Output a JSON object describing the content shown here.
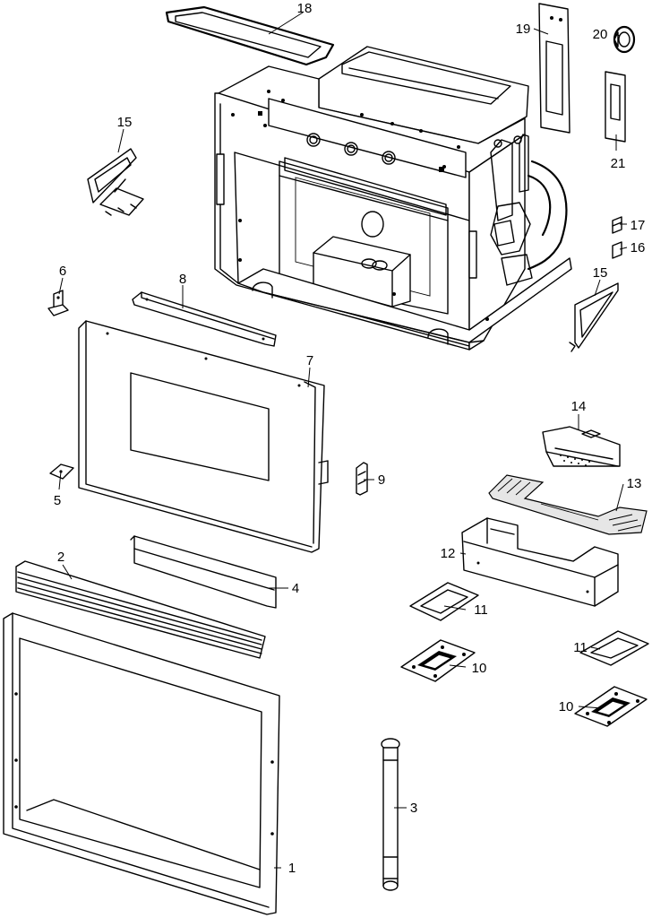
{
  "callouts": [
    {
      "id": "1",
      "label": "1"
    },
    {
      "id": "2",
      "label": "2"
    },
    {
      "id": "3",
      "label": "3"
    },
    {
      "id": "4",
      "label": "4"
    },
    {
      "id": "5",
      "label": "5"
    },
    {
      "id": "6",
      "label": "6"
    },
    {
      "id": "7",
      "label": "7"
    },
    {
      "id": "8",
      "label": "8"
    },
    {
      "id": "9",
      "label": "9"
    },
    {
      "id": "10a",
      "label": "10"
    },
    {
      "id": "10b",
      "label": "10"
    },
    {
      "id": "11a",
      "label": "11"
    },
    {
      "id": "11b",
      "label": "11"
    },
    {
      "id": "12",
      "label": "12"
    },
    {
      "id": "13",
      "label": "13"
    },
    {
      "id": "14",
      "label": "14"
    },
    {
      "id": "15a",
      "label": "15"
    },
    {
      "id": "15b",
      "label": "15"
    },
    {
      "id": "16",
      "label": "16"
    },
    {
      "id": "17",
      "label": "17"
    },
    {
      "id": "18",
      "label": "18"
    },
    {
      "id": "19",
      "label": "19"
    },
    {
      "id": "20",
      "label": "20"
    },
    {
      "id": "21",
      "label": "21"
    }
  ]
}
